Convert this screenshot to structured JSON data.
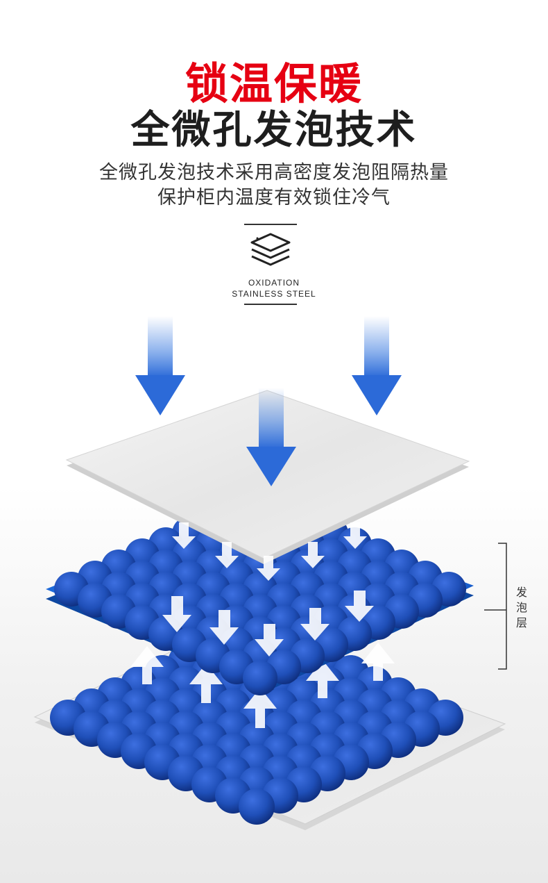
{
  "header": {
    "title_red": "锁温保暖",
    "title_dark": "全微孔发泡技术",
    "desc_line1": "全微孔发泡技术采用高密度发泡阻隔热量",
    "desc_line2": "保护柜内温度有效锁住冷气"
  },
  "logo": {
    "icon": "layers-icon",
    "line1": "OXIDATION",
    "line2": "STAINLESS STEEL"
  },
  "side_label": "发泡层",
  "colors": {
    "accent_red": "#e60012",
    "foam_blue": "#1f4fb8",
    "arrow_blue": "#3b7be0"
  }
}
